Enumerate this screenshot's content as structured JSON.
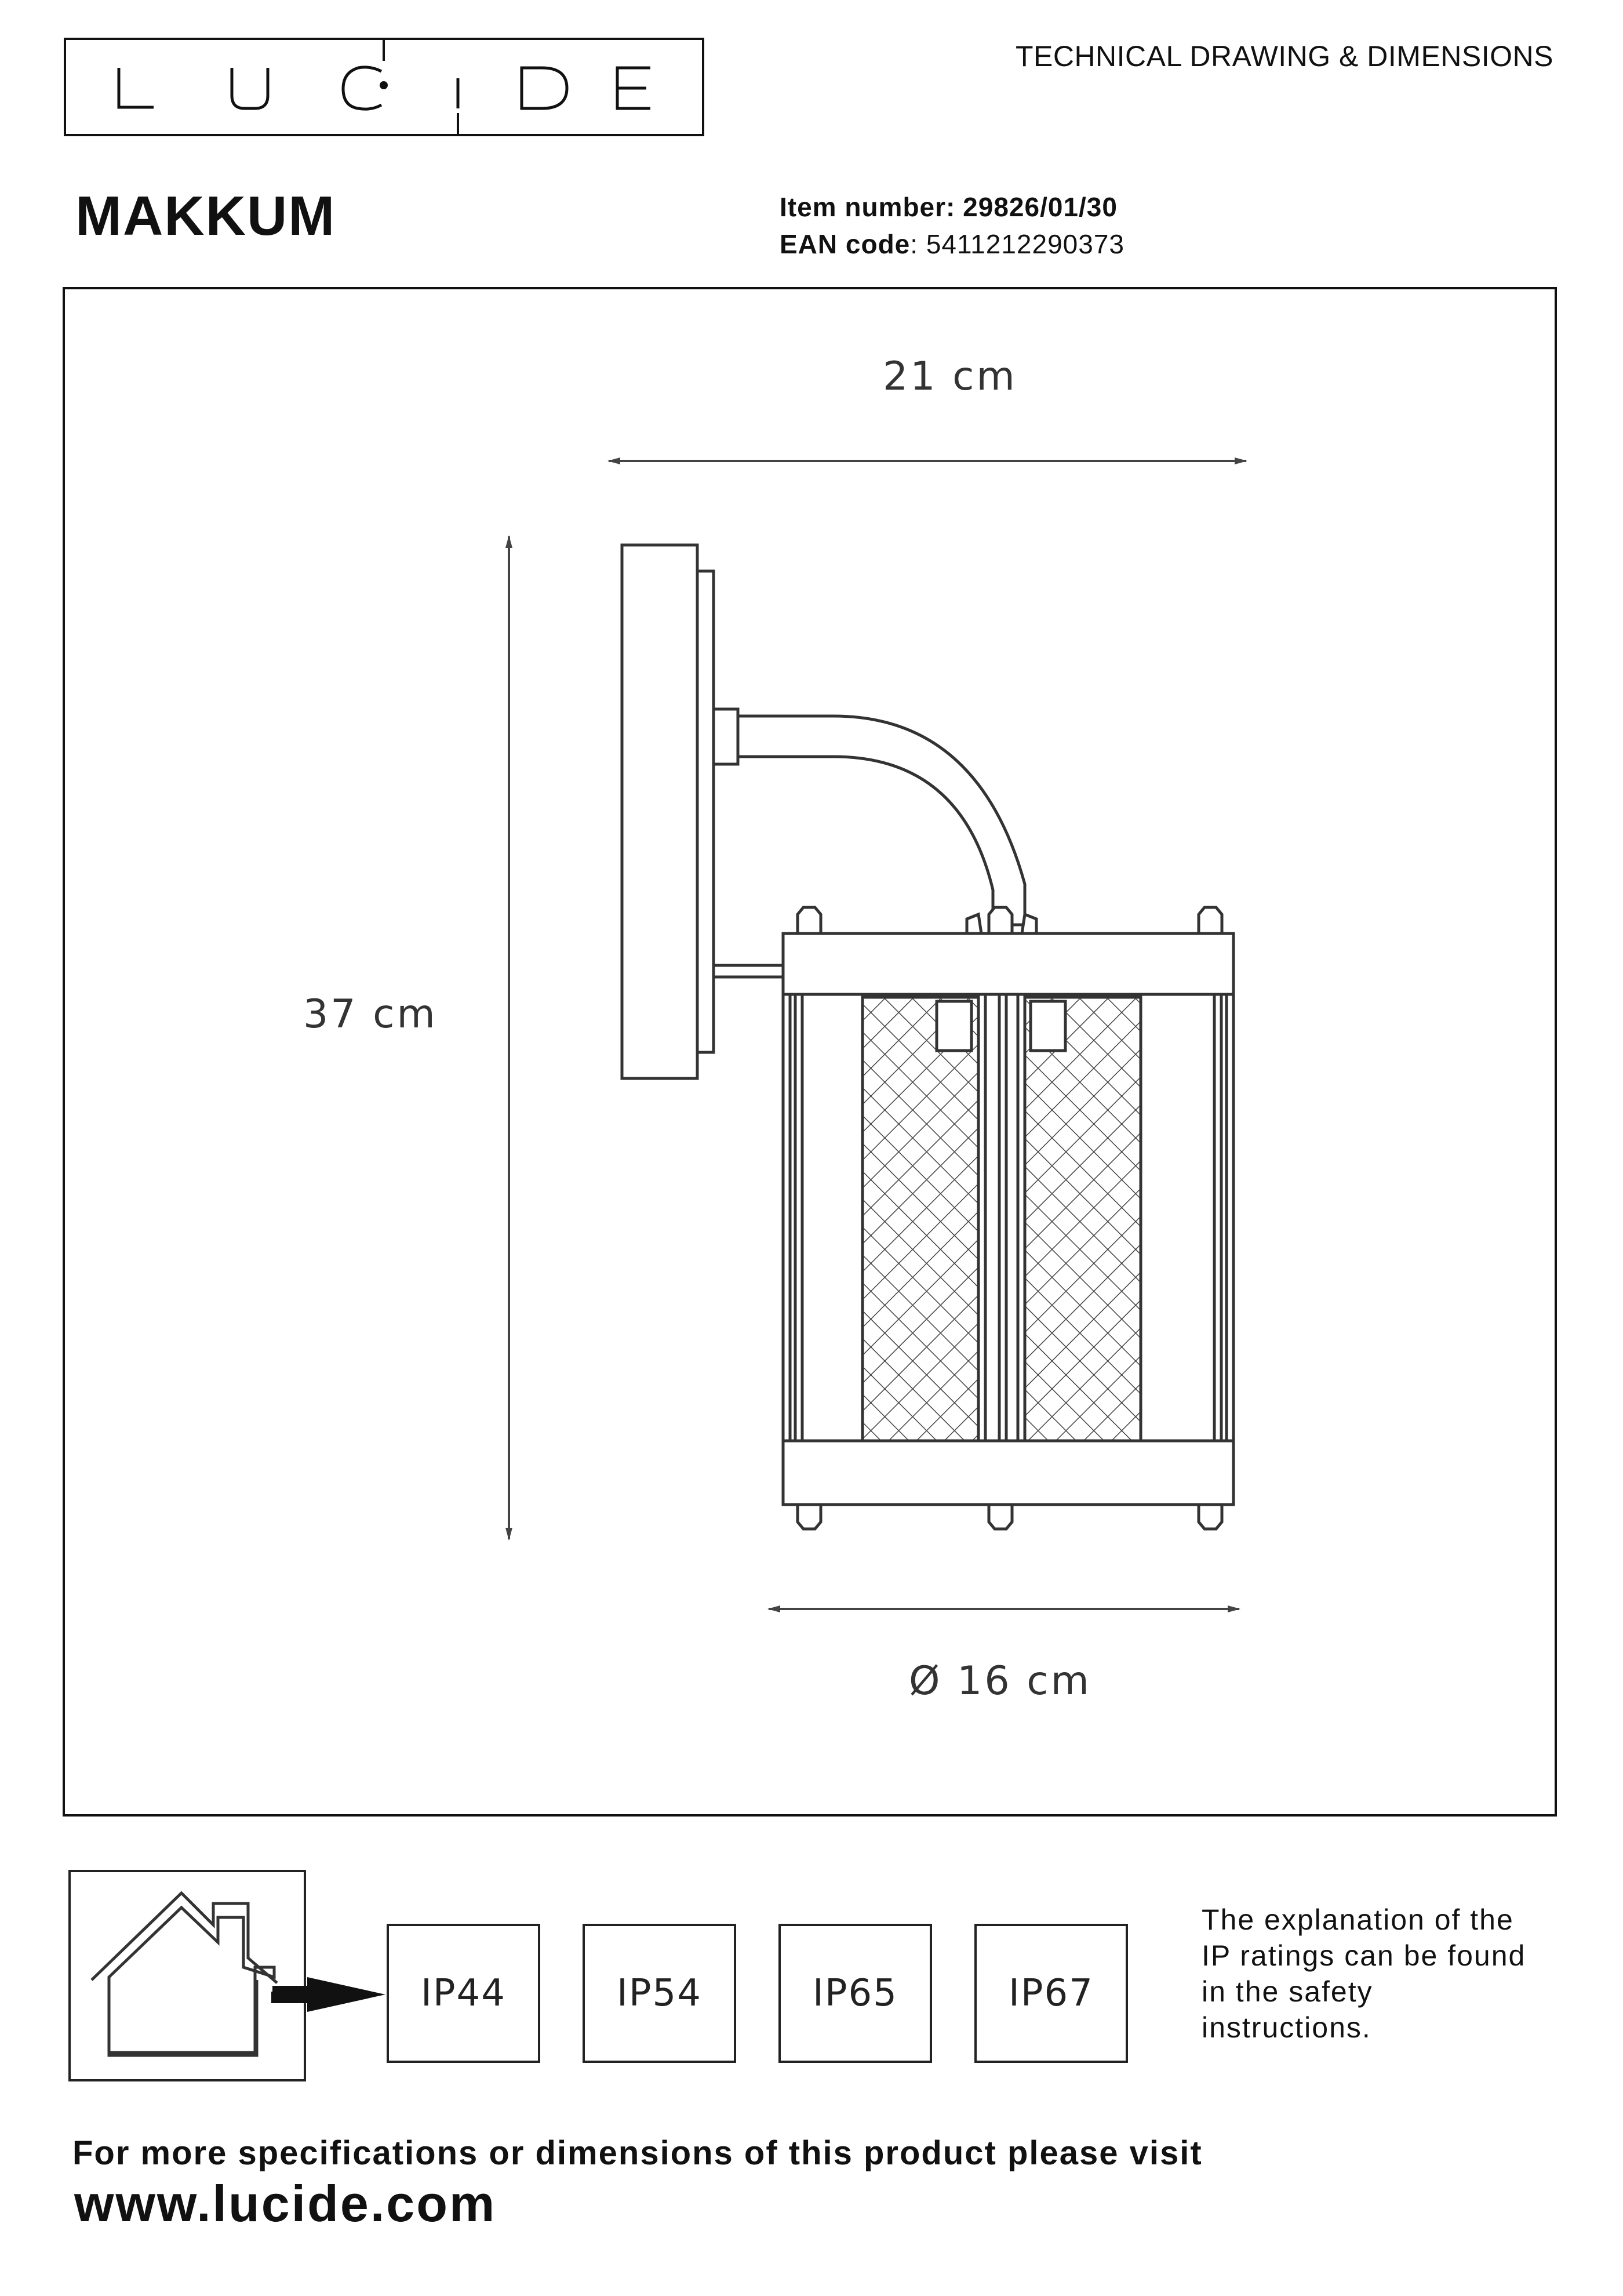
{
  "brand": {
    "logo_text": "LUCIDE"
  },
  "header": {
    "doc_type": "TECHNICAL DRAWING & DIMENSIONS"
  },
  "product": {
    "name": "MAKKUM",
    "item_number_label": "Item number:",
    "item_number": "29826/01/30",
    "ean_label": "EAN code",
    "ean_value": ": 5411212290373"
  },
  "drawing": {
    "width_label": "21 cm",
    "height_label": "37 cm",
    "diameter_label": "Ø 16 cm"
  },
  "ip_ratings": {
    "items": [
      "IP44",
      "IP54",
      "IP65",
      "IP67"
    ],
    "note_lines": [
      "The explanation of the",
      "IP ratings can be found",
      "in the safety",
      "instructions."
    ]
  },
  "footer": {
    "line": "For more specifications or dimensions of this product please visit",
    "url": "www.lucide.com"
  },
  "colors": {
    "ink": "#111111",
    "line": "#333333",
    "background": "#ffffff"
  }
}
